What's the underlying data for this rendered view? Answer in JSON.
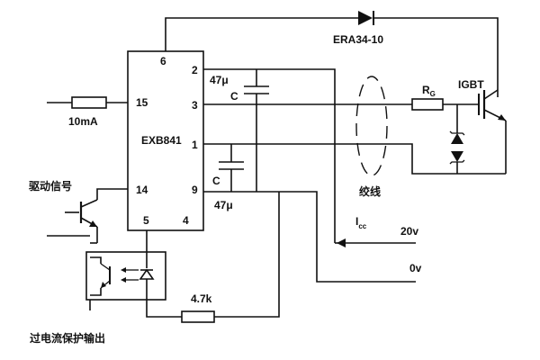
{
  "chip": {
    "name": "EXB841",
    "pins": {
      "p6": "6",
      "p2": "2",
      "p3": "3",
      "p1": "1",
      "p9": "9",
      "p15": "15",
      "p14": "14",
      "p5": "5",
      "p4": "4"
    }
  },
  "labels": {
    "diode": "ERA34-10",
    "cap_top_value": "47μ",
    "cap_top_letter": "C",
    "cap_bottom_value": "47μ",
    "cap_bottom_letter": "C",
    "current_in": "10mA",
    "rg_main": "R",
    "rg_sub": "G",
    "igbt": "IGBT",
    "twisted": "绞线",
    "icc_main": "I",
    "icc_sub": "cc",
    "v20": "20v",
    "v0": "0v",
    "drive_signal": "驱动信号",
    "resistor_47k": "4.7k",
    "overcurrent": "过电流保护输出"
  }
}
